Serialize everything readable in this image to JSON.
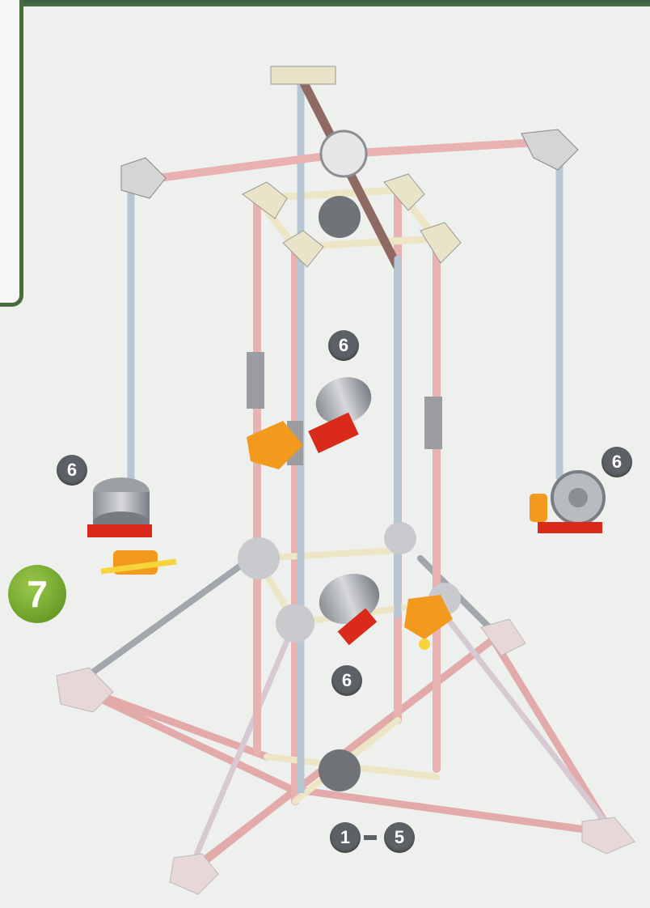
{
  "step": {
    "number": "7"
  },
  "callouts": {
    "pulley_top_center": "6",
    "pulley_left": "6",
    "pulley_right": "6",
    "pulley_bottom_center": "6",
    "range_start": "1",
    "range_end": "5"
  },
  "colors": {
    "frame_border": "#4a6b3f",
    "step_badge": "#6b9f2a",
    "callout_badge": "#5d6064",
    "rod_pink": "#e7b2b0",
    "rod_blue": "#b7c6d3",
    "connector_grey": "#6f7277",
    "connector_cream": "#e9e4c8",
    "part_red": "#d92a1c",
    "part_orange": "#f29a1e",
    "part_yellow": "#f6d43a"
  }
}
